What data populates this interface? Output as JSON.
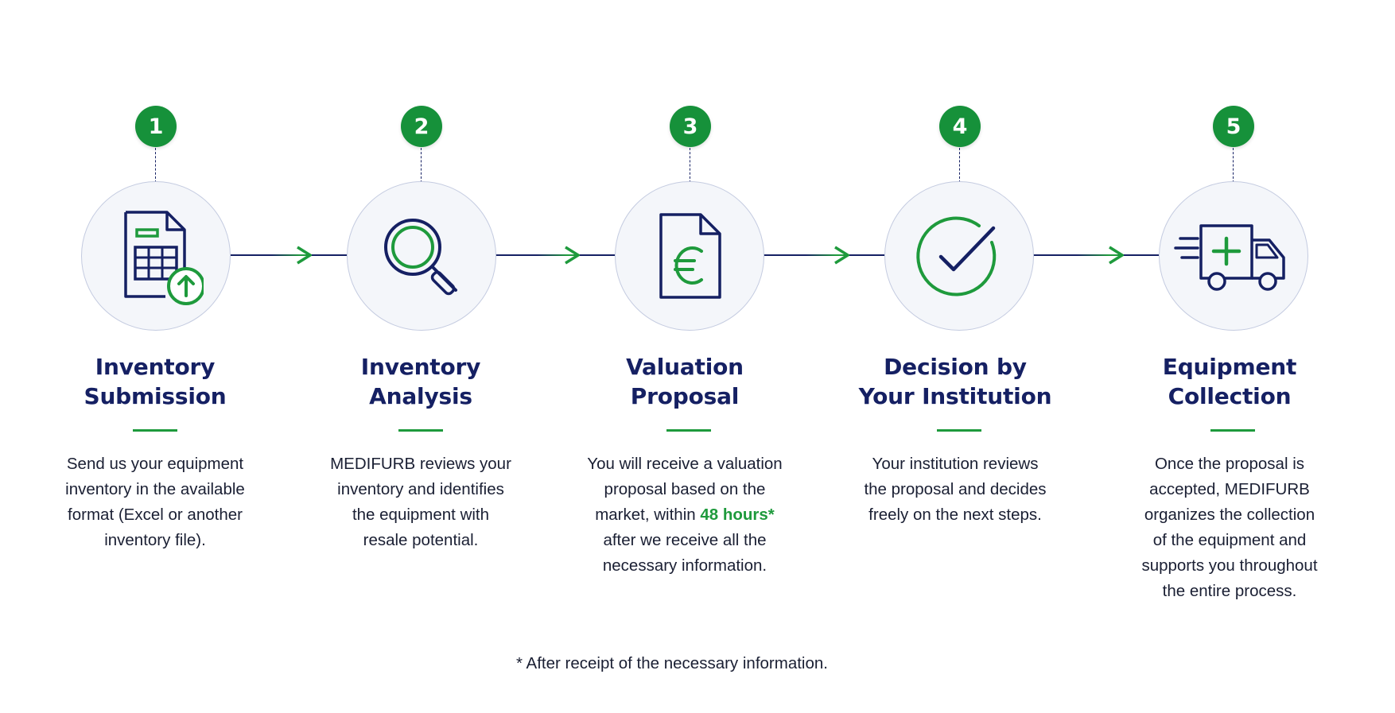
{
  "colors": {
    "navy": "#152063",
    "green": "#1e9a3c",
    "badge": "#16913a",
    "circle_bg": "#f4f6fa"
  },
  "steps": [
    {
      "number": "1",
      "icon": "spreadsheet-upload-icon",
      "title": [
        "Inventory",
        "Submission"
      ],
      "description": [
        "Send us your equipment",
        "inventory in the available",
        "format (Excel or another",
        "inventory file)."
      ]
    },
    {
      "number": "2",
      "icon": "magnifier-icon",
      "title": [
        "Inventory",
        "Analysis"
      ],
      "description": [
        "MEDIFURB reviews your",
        "inventory and identifies",
        "the equipment with",
        "resale potential."
      ]
    },
    {
      "number": "3",
      "icon": "euro-document-icon",
      "title": [
        "Valuation",
        "Proposal"
      ],
      "description": [
        "You will receive a valuation",
        "proposal based on the"
      ],
      "description_market_prefix": "market, within ",
      "description_highlight": "48 hours*",
      "description_tail": [
        "after we receive all the",
        "necessary information."
      ]
    },
    {
      "number": "4",
      "icon": "checkmark-circle-icon",
      "title": [
        "Decision by",
        "Your Institution"
      ],
      "description": [
        "Your institution reviews",
        "the proposal and decides",
        "freely on the next steps."
      ]
    },
    {
      "number": "5",
      "icon": "medical-truck-icon",
      "title": [
        "Equipment",
        "Collection"
      ],
      "description": [
        "Once the proposal is",
        "accepted, MEDIFURB",
        "organizes the collection",
        "of the equipment and",
        "supports you throughout",
        "the entire process."
      ]
    }
  ],
  "footnote": "* After receipt of the necessary information."
}
